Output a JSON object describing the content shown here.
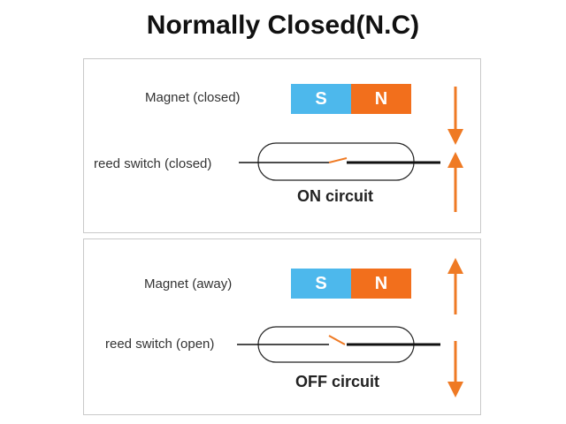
{
  "title": "Normally Closed(N.C)",
  "colors": {
    "south_pole": "#4db8ec",
    "north_pole": "#f26f1c",
    "arrow": "#ef7a24",
    "wire": "#111111"
  },
  "panels": [
    {
      "magnet_label": "Magnet (closed)",
      "switch_label": "reed switch (closed)",
      "caption": "ON circuit",
      "magnet": {
        "south": "S",
        "north": "N"
      },
      "switch_state": "closed",
      "arrows": "converging"
    },
    {
      "magnet_label": "Magnet (away)",
      "switch_label": "reed switch (open)",
      "caption": "OFF circuit",
      "magnet": {
        "south": "S",
        "north": "N"
      },
      "switch_state": "open",
      "arrows": "diverging"
    }
  ]
}
